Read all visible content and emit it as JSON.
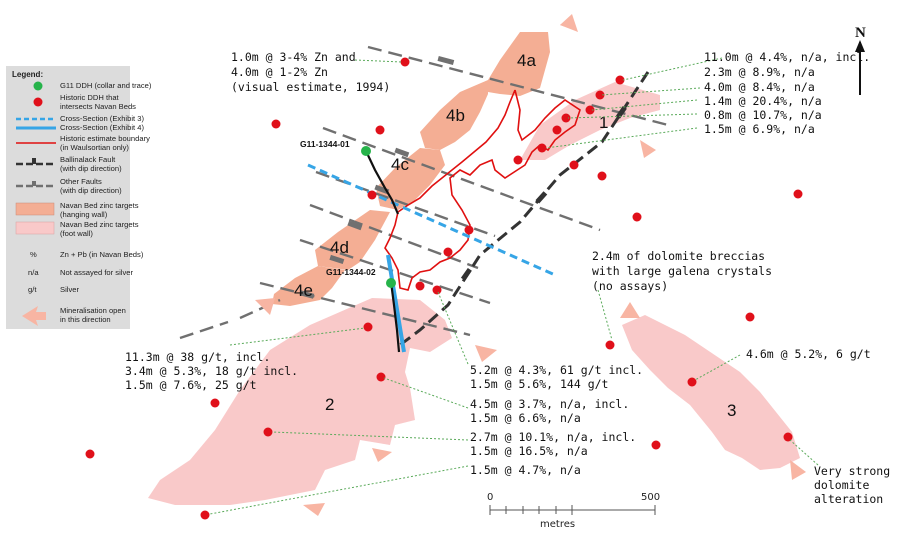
{
  "legend": {
    "title": "Legend:",
    "items": [
      {
        "key": "g11",
        "symbol": "green-dot",
        "text": [
          "G11 DDH (collar and trace)"
        ]
      },
      {
        "key": "hist",
        "symbol": "red-dot",
        "text": [
          "Historic DDH that",
          "intersects Navan Beds"
        ]
      },
      {
        "key": "cs3",
        "symbol": "dashed-blue",
        "text": [
          "Cross-Section (Exhibit 3)"
        ]
      },
      {
        "key": "cs4",
        "symbol": "solid-blue",
        "text": [
          "Cross-Section (Exhibit 4)"
        ]
      },
      {
        "key": "hb",
        "symbol": "red-line",
        "text": [
          "Historic estimate boundary",
          "(in Waulsortian only)"
        ]
      },
      {
        "key": "bf",
        "symbol": "black-fault",
        "text": [
          "Ballinalack Fault",
          "(with dip direction)"
        ]
      },
      {
        "key": "of",
        "symbol": "grey-fault",
        "text": [
          "Other Faults",
          "(with dip direction)"
        ]
      },
      {
        "key": "hw",
        "symbol": "hw-box",
        "text": [
          "Navan Bed zinc targets",
          "(hanging wall)"
        ]
      },
      {
        "key": "fw",
        "symbol": "fw-box",
        "text": [
          "Navan Bed zinc targets",
          "(foot wall)"
        ]
      },
      {
        "key": "pct",
        "symbol": "%",
        "text": [
          "Zn + Pb (in Navan Beds)"
        ]
      },
      {
        "key": "na",
        "symbol": "n/a",
        "text": [
          "Not assayed for silver"
        ]
      },
      {
        "key": "gt",
        "symbol": "g/t",
        "text": [
          "Silver"
        ]
      },
      {
        "key": "open",
        "symbol": "arrow",
        "text": [
          "Mineralisation open",
          "in this direction"
        ]
      }
    ]
  },
  "north": "N",
  "drillholes": {
    "h1": "G11-1344-01",
    "h2": "G11-1344-02"
  },
  "zones": {
    "z4a": "4a",
    "z4b": "4b",
    "z4c": "4c",
    "z4d": "4d",
    "z4e": "4e",
    "z1": "1",
    "z2": "2",
    "z3": "3"
  },
  "annotations": {
    "a_top_left": [
      "1.0m @ 3-4% Zn and",
      "4.0m @ 1-2% Zn",
      "(visual estimate, 1994)"
    ],
    "a_top_right_1": [
      "11.0m @ 4.4%, n/a, incl.",
      "2.3m @ 8.9%, n/a"
    ],
    "a_top_right_2": [
      "4.0m @ 8.4%, n/a",
      "1.4m @ 20.4%, n/a",
      "0.8m @ 10.7%, n/a",
      "1.5m @ 6.9%, n/a"
    ],
    "a_breccia": [
      "2.4m of dolomite breccias",
      "with large galena crystals",
      "(no assays)"
    ],
    "a_right": [
      "4.6m @ 5.2%, 6 g/t"
    ],
    "a_left": [
      "11.3m @ 38 g/t, incl.",
      "3.4m @ 5.3%, 18 g/t incl.",
      "1.5m @ 7.6%, 25 g/t"
    ],
    "a_mid_1": [
      "5.2m @ 4.3%, 61 g/t incl.",
      "1.5m @ 5.6%, 144 g/t"
    ],
    "a_mid_2": [
      "4.5m @ 3.7%, n/a, incl.",
      "1.5m @ 6.6%, n/a"
    ],
    "a_mid_3": [
      "2.7m @ 10.1%, n/a, incl.",
      "1.5m @ 16.5%, n/a"
    ],
    "a_mid_4": [
      "1.5m @ 4.7%, n/a"
    ],
    "a_dolomite": [
      "Very strong",
      "dolomite",
      "alteration"
    ]
  },
  "scale": {
    "min": "0",
    "max": "500",
    "unit": "metres"
  },
  "colors": {
    "hanging_wall": "#f4ae94",
    "foot_wall": "#f9c9c9",
    "historic_ddh": "#e0101a",
    "g11_ddh": "#26b34a",
    "arrow": "#f8b5a3",
    "cross_section": "#36a5e6",
    "boundary": "#e01010",
    "legend_bg": "#dcdcdc"
  }
}
